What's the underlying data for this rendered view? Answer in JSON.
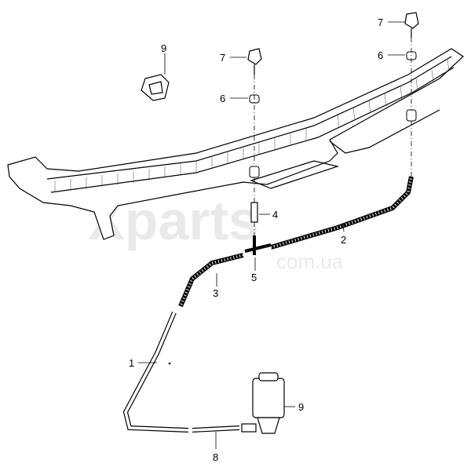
{
  "watermark": {
    "brand": "Xparts",
    "domain": "com.ua"
  },
  "callouts": [
    {
      "id": "7-right",
      "text": "7"
    },
    {
      "id": "6-right",
      "text": "6"
    },
    {
      "id": "9-clip",
      "text": "9"
    },
    {
      "id": "7-mid",
      "text": "7"
    },
    {
      "id": "6-mid",
      "text": "6"
    },
    {
      "id": "4",
      "text": "4"
    },
    {
      "id": "2",
      "text": "2"
    },
    {
      "id": "5",
      "text": "5"
    },
    {
      "id": "3",
      "text": "3"
    },
    {
      "id": "1",
      "text": "1"
    },
    {
      "id": "9-pump",
      "text": "9"
    },
    {
      "id": "8",
      "text": "8"
    }
  ]
}
